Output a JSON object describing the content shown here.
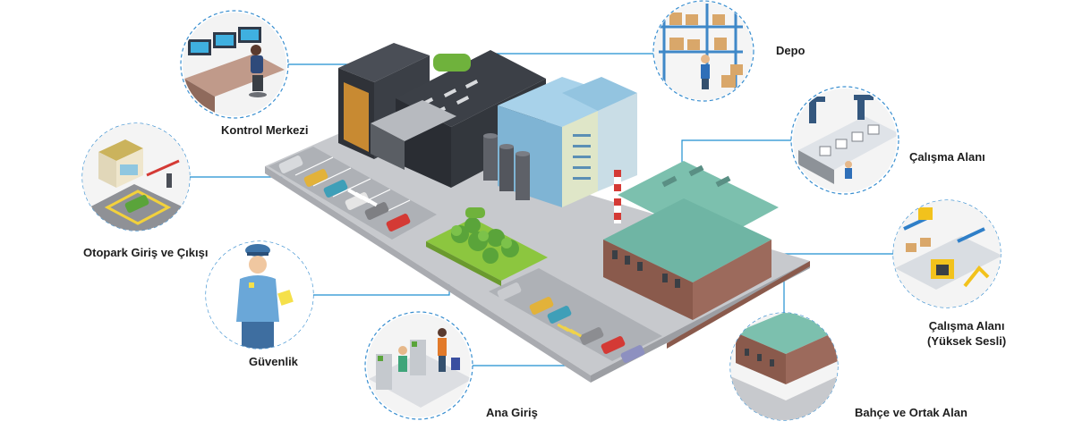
{
  "colors": {
    "connector": "#1f8fd0",
    "circle_border": "#3a8fd0",
    "roof_dark": "#3c4047",
    "roof_green": "#6fb5a4",
    "wall_blue": "#8fc1de",
    "ground": "#c9cbcf",
    "grass": "#8cc63f",
    "brick": "#8a5a4c"
  },
  "zones": {
    "kontrol": {
      "label": "Kontrol Merkezi",
      "icon": "control-room-icon"
    },
    "depo": {
      "label": "Depo",
      "icon": "warehouse-icon"
    },
    "otopark": {
      "label": "Otopark Giriş ve Çıkışı",
      "icon": "parking-gate-icon"
    },
    "calisma": {
      "label": "Çalışma Alanı",
      "icon": "robot-arm-icon"
    },
    "calisma_yuksek": {
      "label_line1": "Çalışma Alanı",
      "label_line2": "(Yüksek Sesli)",
      "icon": "conveyor-icon"
    },
    "guvenlik": {
      "label": "Güvenlik",
      "icon": "security-guard-icon"
    },
    "ana_giris": {
      "label": "Ana Giriş",
      "icon": "turnstile-icon"
    },
    "bahce": {
      "label": "Bahçe ve Ortak Alan",
      "icon": "garden-icon"
    }
  }
}
